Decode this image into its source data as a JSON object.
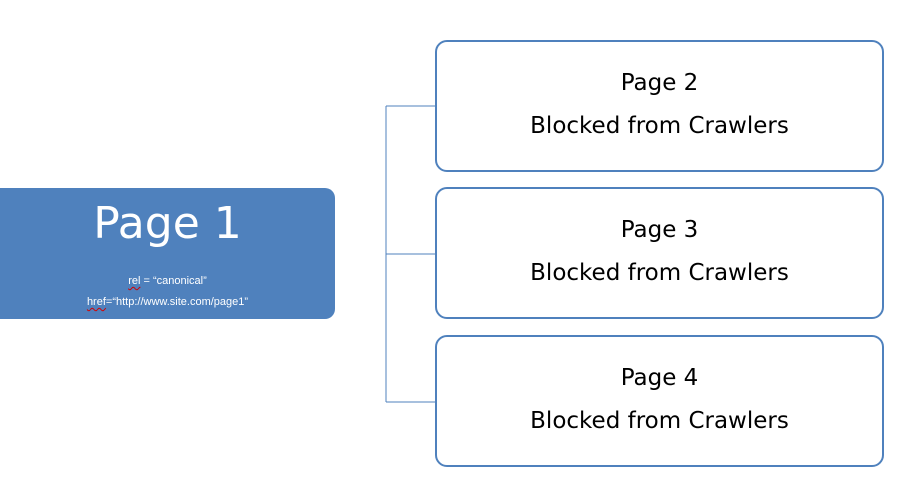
{
  "root": {
    "title": "Page 1",
    "rel_attr": "rel",
    "rel_value": " = “canonical”",
    "href_attr": "href",
    "href_value": "=“http://www.site.com/page1”"
  },
  "children": [
    {
      "title": "Page 2",
      "status": "Blocked from Crawlers"
    },
    {
      "title": "Page 3",
      "status": "Blocked from Crawlers"
    },
    {
      "title": "Page 4",
      "status": "Blocked from Crawlers"
    }
  ],
  "colors": {
    "root_fill": "#4f81bd",
    "child_border": "#4f81bd",
    "connector": "#4f81bd"
  }
}
